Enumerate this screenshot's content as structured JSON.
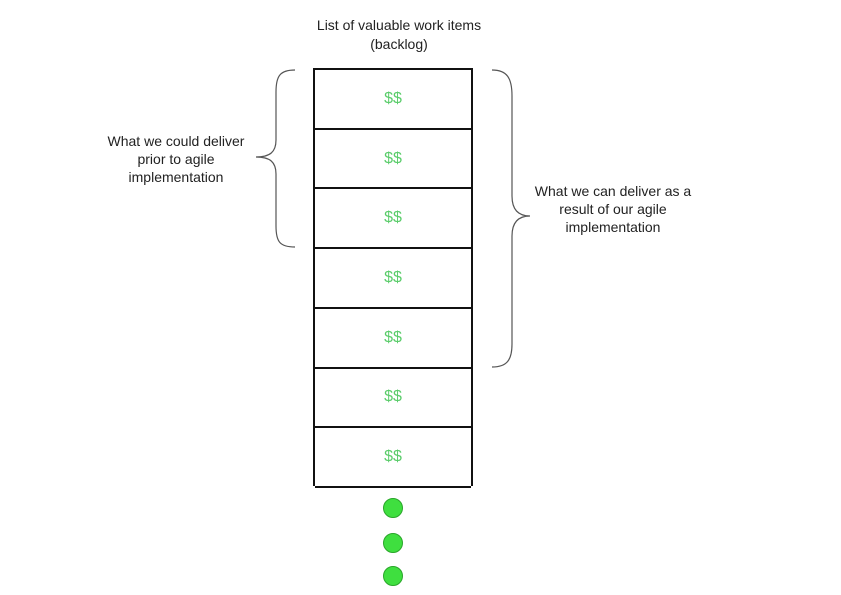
{
  "diagram": {
    "title": "List of valuable work items (backlog)",
    "item_value_color": "#5acc6a",
    "continuation_dot_color": "#3fdf3f",
    "items": [
      {
        "label": "$$"
      },
      {
        "label": "$$"
      },
      {
        "label": "$$"
      },
      {
        "label": "$$"
      },
      {
        "label": "$$"
      },
      {
        "label": "$$"
      },
      {
        "label": "$$"
      }
    ],
    "left_brace": {
      "text": "What we could deliver prior to agile implementation",
      "covers_items": 3
    },
    "right_brace": {
      "text": "What we can deliver as a result of our agile implementation",
      "covers_items": 5
    },
    "continuation_dots": 3
  }
}
